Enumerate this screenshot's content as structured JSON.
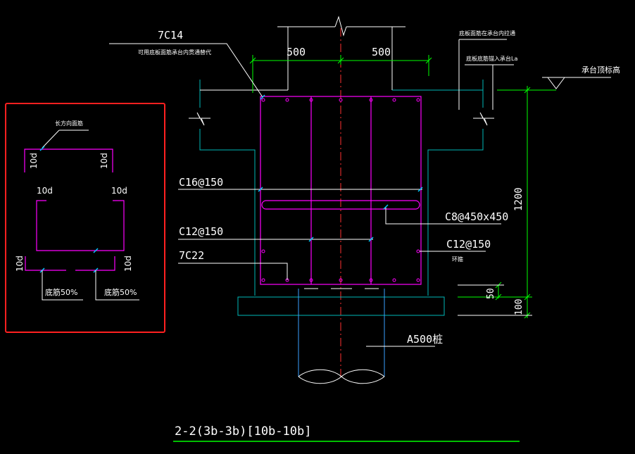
{
  "colors": {
    "background": "#000000",
    "outline": "#ffffff",
    "concrete": "#00b8b8",
    "rebar": "#ff00ff",
    "dimension": "#00ff00",
    "centerline": "#ff3030",
    "pile": "#3aa0ff",
    "highlight_box": "#ff2020",
    "tick": "#00c8ff"
  },
  "labels": {
    "top_bar": "7C14",
    "top_bar_note": "可用底板面筋承台内贯通替代",
    "dim_left": "500",
    "dim_right": "500",
    "top_right_note1": "底板面筋在承台内拉通",
    "top_right_note2": "底板底筋锚入承台La",
    "elev_label": "承台顶标高",
    "side_bar": "C16@150",
    "stirrup": "C8@450x450",
    "mid_bar": "C12@150",
    "ring_bar": "C12@150",
    "ring_note": "环箍",
    "bottom_bar": "7C22",
    "dim_height": "1200",
    "dim_50": "50",
    "dim_100": "100",
    "pile": "A500桩",
    "section_title": "2-2(3b-3b)[10b-10b]"
  },
  "detail": {
    "top_label": "长方向面筋",
    "dim_10d_1": "10d",
    "dim_10d_2": "10d",
    "dim_10d_3": "10d",
    "dim_10d_4": "10d",
    "dim_10d_5": "10d",
    "dim_10d_6": "10d",
    "bottom_left": "底筋50%",
    "bottom_right": "底筋50%"
  }
}
